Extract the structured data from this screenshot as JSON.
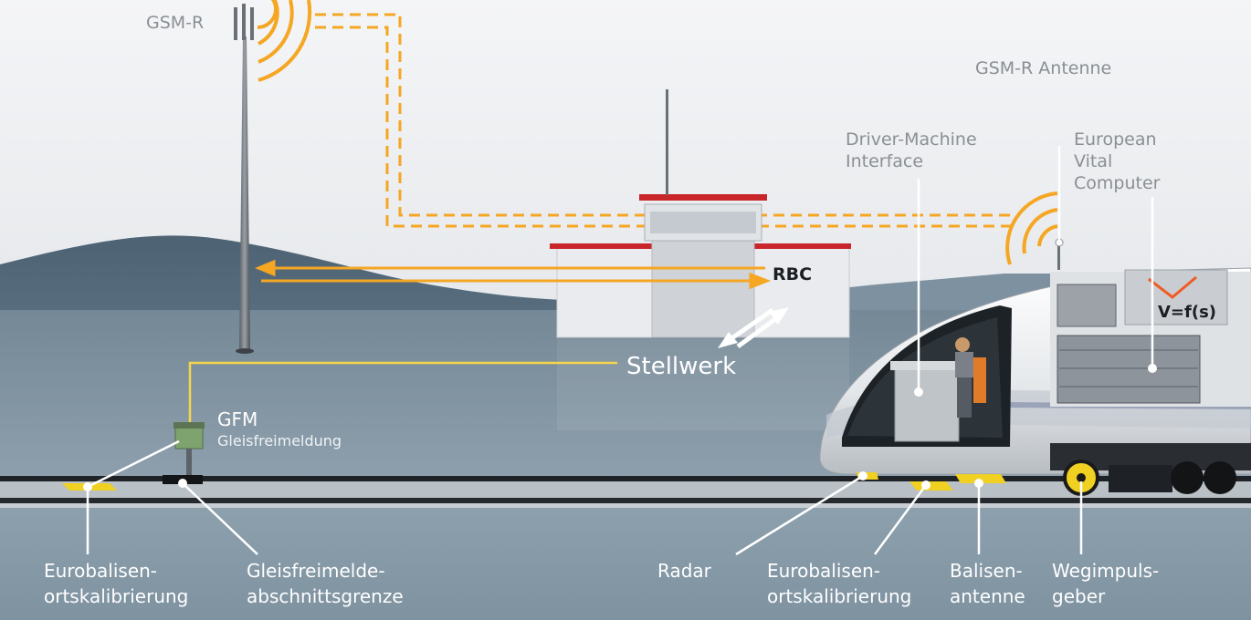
{
  "labels": {
    "gsmr": "GSM-R",
    "gsmr_antenne": "GSM-R Antenne",
    "dmi": [
      "Driver-Machine",
      "Interface"
    ],
    "evc": [
      "European",
      "Vital",
      "Computer"
    ],
    "rbc": "RBC",
    "stellwerk": "Stellwerk",
    "gfm": "GFM",
    "gfm_sub": "Gleisfreimeldung",
    "vfs": "V=f(s)",
    "eurobalisen_left": [
      "Eurobalisen-",
      "ortskalibrierung"
    ],
    "gleisfreimelde": [
      "Gleisfreimelde-",
      "abschnittsgrenze"
    ],
    "radar": "Radar",
    "eurobalisen_right": [
      "Eurobalisen-",
      "ortskalibrierung"
    ],
    "balisenantenne": [
      "Balisen-",
      "antenne"
    ],
    "wegimpulsgeber": [
      "Wegimpuls-",
      "geber"
    ]
  },
  "colors": {
    "signal": "#f5a623",
    "signal_light": "#f7c45c",
    "balise": "#f0d020",
    "rail": "#222222",
    "roof_red": "#c8262b"
  }
}
